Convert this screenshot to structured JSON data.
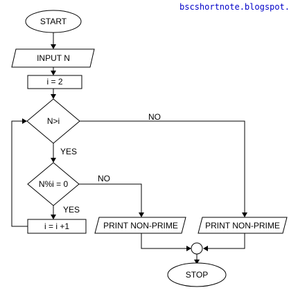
{
  "watermark": "bscshortnote.blogspot.com",
  "nodes": {
    "start": "START",
    "input": "INPUT N",
    "init": "i = 2",
    "decision_n_gt_i": "N>i",
    "decision_mod": "N%i = 0",
    "increment": "i = i +1",
    "print_left": "PRINT NON-PRIME",
    "print_right": "PRINT NON-PRIME",
    "stop": "STOP"
  },
  "edges": {
    "no_top": "NO",
    "yes_top": "YES",
    "no_mod": "NO",
    "yes_mod": "YES"
  }
}
